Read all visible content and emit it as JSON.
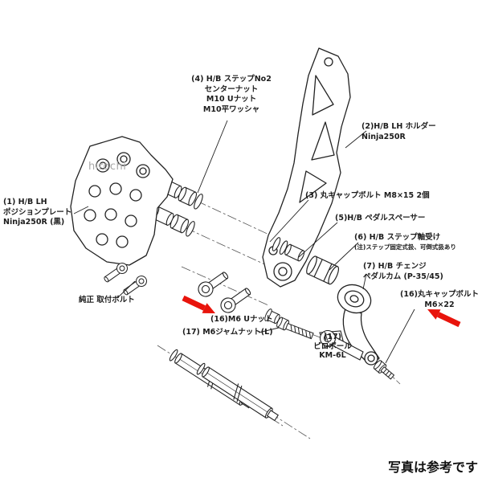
{
  "page": {
    "caption": "写真は参考です",
    "watermark": "hirochi"
  },
  "colors": {
    "ink": "#1c1c1c",
    "arrow": "#e8140c",
    "watermark": "#a8a8a8",
    "background": "#ffffff"
  },
  "labels": {
    "part4": "(4) H/B ステップNo2\nセンターナット\nM10 Uナット\nM10平ワッシャ",
    "part2": "(2)H/B LH ホルダー Ninja250R",
    "part1": "(1) H/B LH\nポジションプレート\nNinja250R (黒)",
    "part3": "(3) 丸キャップボルト M8×15 2個",
    "part5": "(5)H/B ペダルスペーサー",
    "part6": "(6) H/B ステップ軸受け",
    "part6_note": "(注)ステップ固定式扱、可倒式扱あり",
    "part7": "(7) H/B チェンジ\nペダルカム (P-35/45)",
    "part16_bolt": "(16)丸キャップボルト\nM6×22",
    "part16_nut": "(16)M6 Uナット",
    "part17_nut": "(17) M6ジャムナット(L)",
    "part17_rodend": "(17)\nピロボール\nKM-6L",
    "oem_bolt": "純正 取付ボルト"
  }
}
